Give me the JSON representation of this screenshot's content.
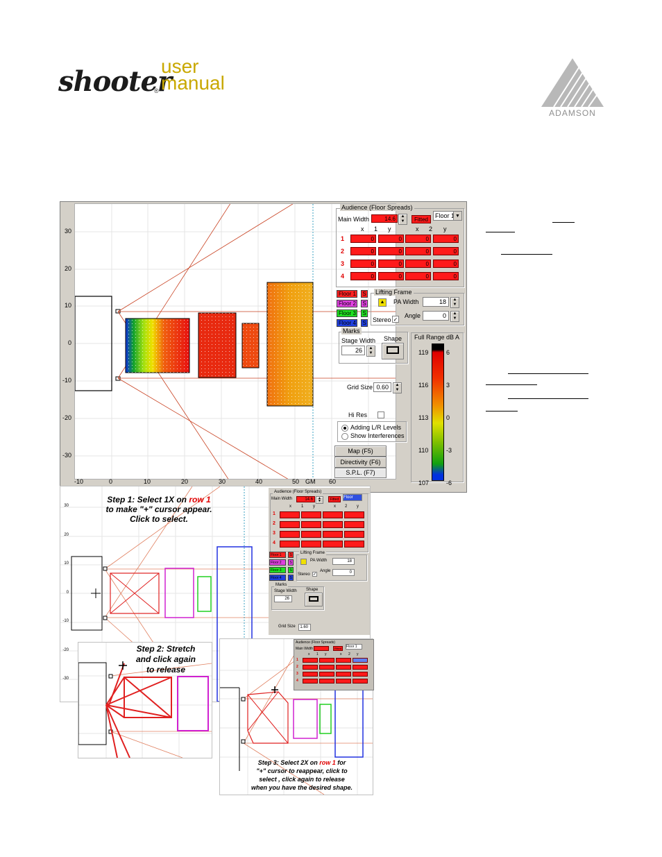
{
  "header": {
    "logo_word": "shooter",
    "logo_sub_line1": "user",
    "logo_sub_line2": "manual",
    "logo_reg": "®",
    "brand": "ADAMSON"
  },
  "main_window": {
    "y_ticks": [
      "30",
      "20",
      "10",
      "0",
      "-10",
      "-20",
      "-30"
    ],
    "x_ticks": [
      "-10",
      "0",
      "10",
      "20",
      "30",
      "40",
      "50",
      "GM",
      "60"
    ],
    "audience": {
      "group_label": "Audience (Floor Spreads)",
      "main_width_label": "Main Width",
      "main_width_value": "14.6",
      "fitted_label": "Fitted",
      "floor_select": "Floor 1",
      "col_headers": [
        "x",
        "1",
        "y",
        "x",
        "2",
        "y"
      ],
      "row_labels": [
        "1",
        "2",
        "3",
        "4"
      ],
      "cell_value": "0"
    },
    "floors": [
      "Floor 1",
      "Floor 2",
      "Floor 3",
      "Floor 4"
    ],
    "floor_s": "S",
    "lifting_frame": {
      "group_label": "Lifting Frame",
      "pa_width_label": "PA Width",
      "pa_width_value": "18",
      "stereo_label": "Stereo",
      "angle_label": "Angle",
      "angle_value": "0"
    },
    "marks": {
      "group_label": "Marks",
      "stage_width_label": "Stage Width",
      "stage_width_value": "26",
      "shape_label": "Shape"
    },
    "grid_size_label": "Grid Size",
    "grid_size_value": "0.60",
    "hi_res_label": "Hi Res",
    "radio_options": [
      "Adding L/R Levels",
      "Show Interferences"
    ],
    "buttons": [
      "Map (F5)",
      "Directivity (F6)",
      "S.P.L. (F7)"
    ],
    "legend": {
      "title": "Full Range dB A",
      "left_values": [
        "119",
        "116",
        "113",
        "110",
        "107"
      ],
      "right_values": [
        "6",
        "3",
        "0",
        "-3",
        "-6"
      ]
    }
  },
  "step1": {
    "caption_a": "Step 1: Select 1X on ",
    "caption_row": "row 1",
    "caption_b": "to make \"+\" cursor appear.",
    "caption_c": "Click to select.",
    "y_ticks": [
      "30",
      "20",
      "10",
      "0",
      "-10",
      "-20",
      "-30"
    ],
    "main_width_label": "Main Width",
    "main_width_value": "14.6",
    "fitted_label": "Fitted",
    "group_label": "Audience (Floor Spreads)",
    "floor_select": "Floor",
    "col_headers": [
      "x",
      "1",
      "y",
      "x",
      "2",
      "y"
    ],
    "row_labels": [
      "1",
      "2",
      "3",
      "4"
    ],
    "floors": [
      "Floor 1",
      "Floor 2",
      "Floor 3",
      "Floor 4"
    ],
    "floor_s": "S",
    "lifting_label": "Lifting Frame",
    "pa_width_label": "PA Width",
    "pa_width_value": "18",
    "stereo_label": "Stereo",
    "angle_label": "Angle",
    "angle_value": "0",
    "marks_label": "Marks",
    "stage_width_label": "Stage Width",
    "stage_width_value": "26",
    "shape_label": "Shape",
    "grid_size_label": "Grid Size",
    "grid_size_value": "1.60"
  },
  "step2": {
    "caption_a": "Step 2: Stretch",
    "caption_b": "and click again",
    "caption_c": "to release"
  },
  "step3": {
    "caption_a": "Step 3: Select 2X on ",
    "caption_row": "row 1",
    "caption_a2": " for",
    "caption_b": "\"+\" cursor to reappear,  click to",
    "caption_c": "select , click again to release",
    "caption_d": "when you have the desired shape.",
    "group_label": "Audience (Floor Spreads)",
    "main_width_label": "Main Width",
    "fitted_label": "Fitted",
    "floor_select": "Floor 1",
    "col_headers": [
      "x",
      "1",
      "y",
      "x",
      "2",
      "y"
    ],
    "row_labels": [
      "1",
      "2",
      "3",
      "4"
    ]
  },
  "colors": {
    "panel_bg": "#d4d0c8",
    "cell_red": "#ff1a1a",
    "line_red": "#c84020",
    "logo_gold": "#c9a800"
  }
}
